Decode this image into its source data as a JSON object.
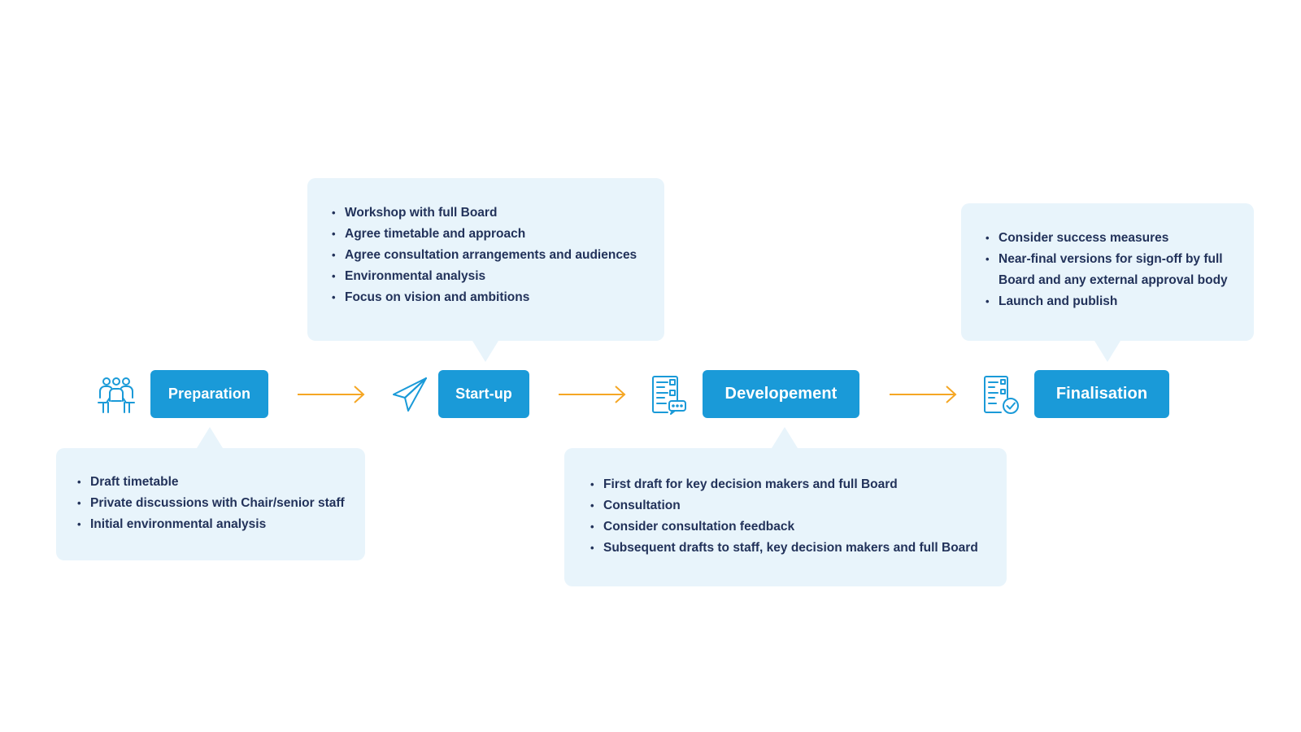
{
  "steps": [
    {
      "label": "Preparation",
      "icon": "team-meeting-icon"
    },
    {
      "label": "Start-up",
      "icon": "paper-plane-icon"
    },
    {
      "label": "Developement",
      "icon": "document-chat-icon"
    },
    {
      "label": "Finalisation",
      "icon": "document-check-icon"
    }
  ],
  "callouts": {
    "preparation": {
      "items": [
        "Draft timetable",
        "Private discussions with Chair/senior staff",
        "Initial environmental analysis"
      ]
    },
    "startup": {
      "items": [
        "Workshop with full Board",
        "Agree timetable and approach",
        "Agree consultation arrangements and audiences",
        "Environmental analysis",
        "Focus on vision and ambitions"
      ]
    },
    "development": {
      "items": [
        "First draft for key decision makers and full Board",
        "Consultation",
        "Consider consultation feedback",
        "Subsequent drafts to staff, key decision makers and full Board"
      ]
    },
    "finalisation": {
      "items": [
        "Consider success measures",
        "Near-final versions for sign-off by full Board and any external approval body",
        "Launch and publish"
      ]
    }
  },
  "colors": {
    "button": "#1a9ad8",
    "callout_bg": "#e8f4fb",
    "text": "#22325a",
    "arrow": "#f5a623",
    "icon": "#1a9ad8"
  }
}
